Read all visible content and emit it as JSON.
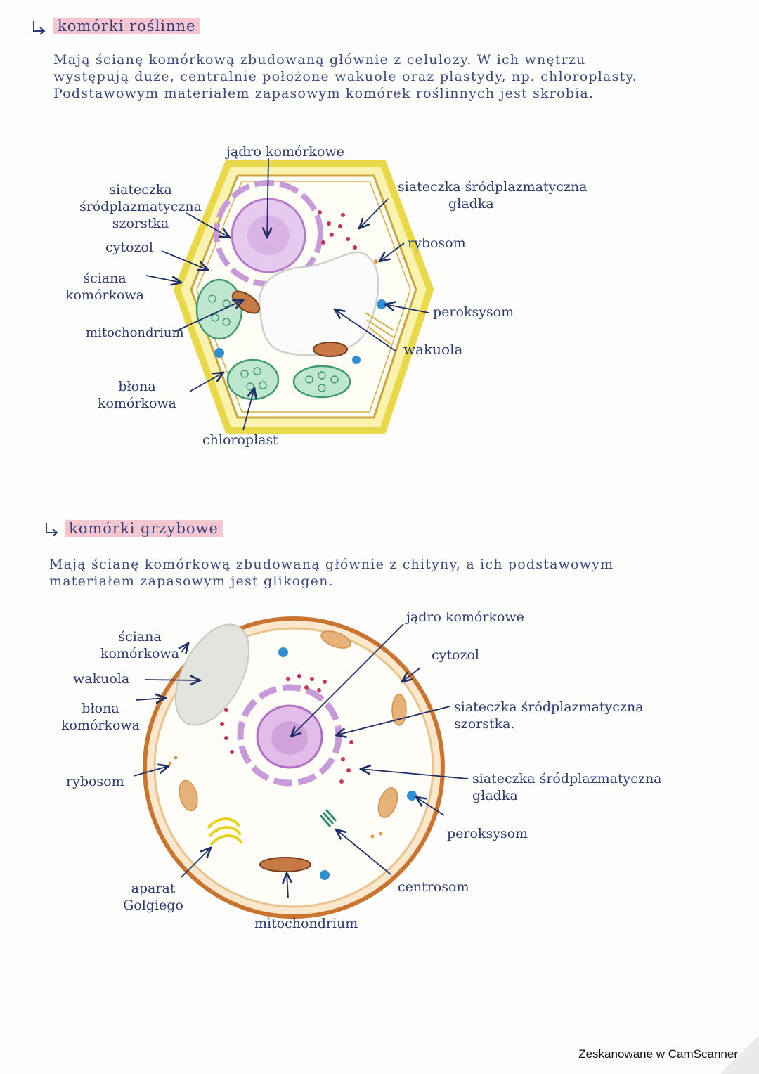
{
  "plant": {
    "heading": "komórki roślinne",
    "text": [
      "Mają ścianę komórkową zbudowaną głównie z celulozy. W ich wnętrzu",
      "występują duże, centralnie położone wakuole oraz plastydy, np. chloroplasty.",
      "Podstawowym materiałem zapasowym komórek roślinnych jest skrobia."
    ],
    "labels": {
      "nucleus": "jądro komórkowe",
      "rough_er": [
        "siateczka",
        "śródplazmatyczna",
        "szorstka"
      ],
      "cytosol": "cytozol",
      "cell_wall": [
        "ściana",
        "komórkowa"
      ],
      "mitochondrion": "mitochondrium",
      "membrane": [
        "błona",
        "komórkowa"
      ],
      "chloroplast": "chloroplast",
      "smooth_er": [
        "siateczka śródplazmatyczna",
        "gładka"
      ],
      "ribosome": "rybosom",
      "peroxisome": "peroksysom",
      "vacuole": "wakuola"
    }
  },
  "fungal": {
    "heading": "komórki grzybowe",
    "text": [
      "Mają ścianę komórkową zbudowaną głównie z chityny, a ich podstawowym",
      "materiałem zapasowym jest glikogen."
    ],
    "labels": {
      "cell_wall": [
        "ściana",
        "komórkowa"
      ],
      "vacuole": "wakuola",
      "membrane": [
        "błona",
        "komórkowa"
      ],
      "ribosome": "rybosom",
      "golgi": [
        "aparat",
        "Golgiego"
      ],
      "mitochondrion": "mitochondrium",
      "centrosome": "centrosom",
      "peroxisome": "peroksysom",
      "smooth_er": [
        "siateczka śródplazmatyczna",
        "gładka"
      ],
      "rough_er": [
        "siateczka śródplazmatyczna",
        "szorstka."
      ],
      "cytosol": "cytozol",
      "nucleus": "jądro komórkowe"
    }
  },
  "footer": "Zeskanowane w CamScanner"
}
